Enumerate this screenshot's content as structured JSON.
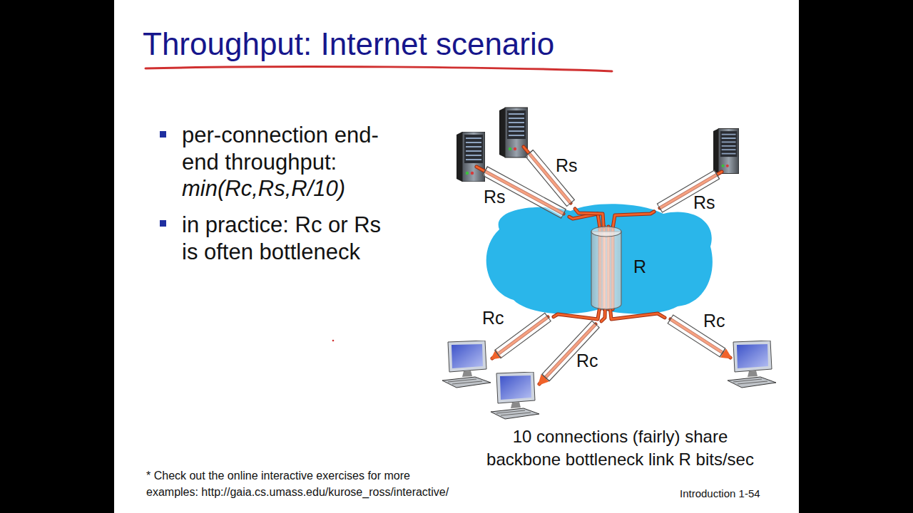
{
  "diagram": {
    "title": "Throughput: Internet scenario",
    "caption": "10 connections (fairly) share backbone bottleneck link R bits/sec",
    "nodes": [
      {
        "text": [
          "Rs"
        ]
      },
      {
        "text": [
          "Rs"
        ]
      },
      {
        "text": [
          "Rs"
        ]
      },
      {
        "text": [
          "R"
        ]
      },
      {
        "text": [
          "Rc"
        ]
      },
      {
        "text": [
          "Rc"
        ]
      },
      {
        "text": [
          "Rc"
        ]
      }
    ],
    "edges": [
      {
        "from": 0,
        "to": 3,
        "arrow": "none"
      },
      {
        "from": 1,
        "to": 3,
        "arrow": "none"
      },
      {
        "from": 2,
        "to": 3,
        "arrow": "none"
      },
      {
        "from": 3,
        "to": 4,
        "arrow": "none"
      },
      {
        "from": 3,
        "to": 5,
        "arrow": "none"
      },
      {
        "from": 3,
        "to": 6,
        "arrow": "none"
      }
    ],
    "labels": [
      "per-connection end-end throughput:",
      "min(Rc,Rs,R/10)",
      "in practice: Rc or Rs is often bottleneck",
      "* Check out the online interactive exercises for more examples: http://gaia.cs.umass.edu/kurose_ross/interactive/",
      "Introduction 1-54"
    ]
  }
}
